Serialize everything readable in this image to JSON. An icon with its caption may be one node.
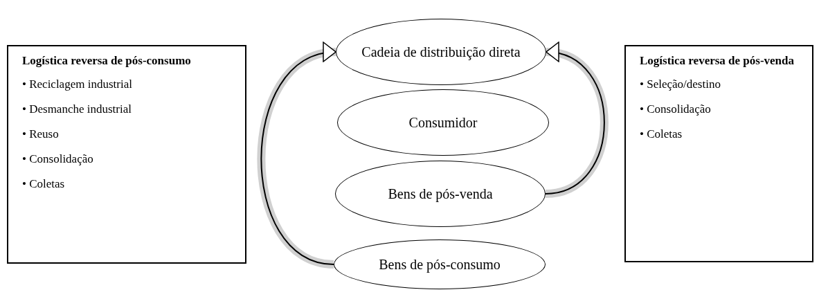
{
  "diagram": {
    "nodes": [
      {
        "text": [
          "Logística reversa de pós-consumo",
          "• Reciclagem industrial",
          "• Desmanche industrial",
          "• Reuso",
          "• Consolidação",
          "• Coletas"
        ]
      },
      {
        "text": [
          "Cadeia de distribuição direta"
        ]
      },
      {
        "text": [
          "Logística reversa de pós-venda",
          "• Seleção/destino",
          "• Consolidação",
          "• Coletas"
        ]
      },
      {
        "text": [
          "Consumidor"
        ]
      },
      {
        "text": [
          "Bens de pós-venda"
        ]
      },
      {
        "text": [
          "Bens de pós-consumo"
        ]
      }
    ],
    "edges": [
      {
        "from": 5,
        "to": 1,
        "arrow": "to"
      },
      {
        "from": 4,
        "to": 1,
        "arrow": "to"
      }
    ]
  }
}
